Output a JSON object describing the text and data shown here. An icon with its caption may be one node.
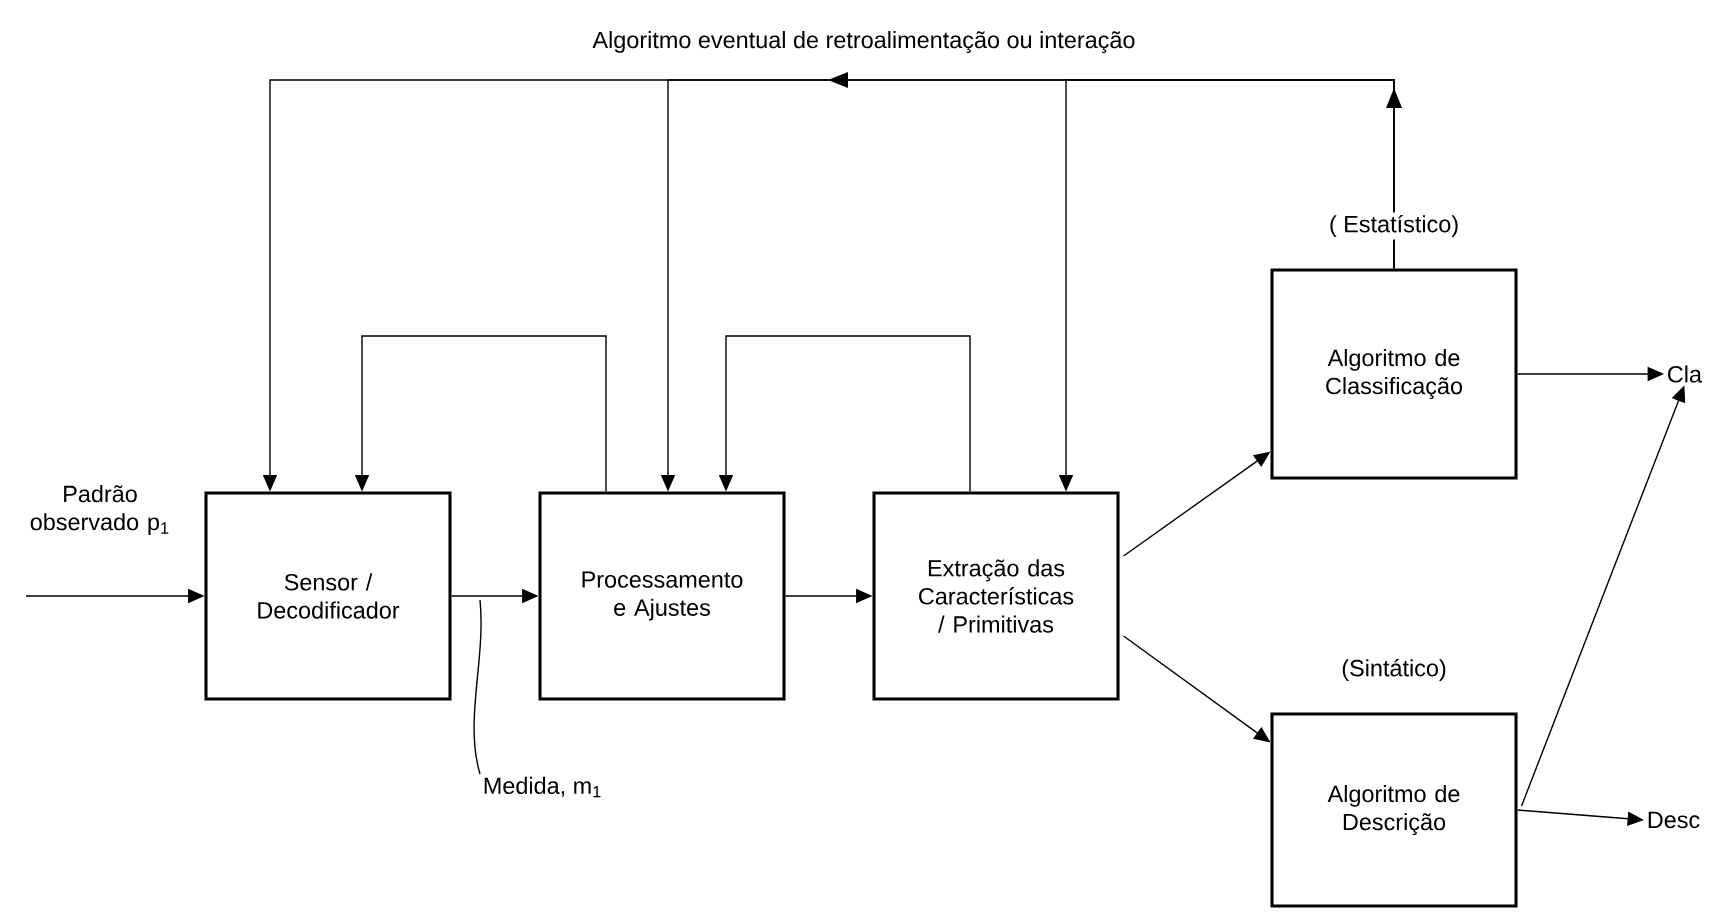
{
  "diagram": {
    "nodes": [
      {
        "text": [
          "Sensor / Decodificador"
        ]
      },
      {
        "text": [
          "Processamento e Ajustes"
        ]
      },
      {
        "text": [
          "Extração das Características / Primitivas"
        ]
      },
      {
        "text": [
          "Algoritmo de Classificação"
        ],
        "beside": [
          "( Estatístico)"
        ]
      },
      {
        "text": [
          "Algoritmo de Descrição"
        ],
        "beside": [
          "(Sintático)"
        ]
      },
      {
        "text": [
          "Cla"
        ]
      },
      {
        "text": [
          "Desc"
        ]
      },
      {
        "text": [
          "Medida, m$_{1}$"
        ]
      }
    ],
    "edges": [
      {
        "from": null,
        "to": 0,
        "arrow": "to",
        "label": "Padrão observado p$_{1}$"
      },
      {
        "from": 0,
        "to": 1,
        "arrow": "to"
      },
      {
        "from": 1,
        "to": 2,
        "arrow": "to"
      },
      {
        "from": 2,
        "to": 3,
        "arrow": "to"
      },
      {
        "from": 2,
        "to": 4,
        "arrow": "to"
      },
      {
        "from": 3,
        "to": 5,
        "arrow": "to"
      },
      {
        "from": 4,
        "to": 6,
        "arrow": "to"
      },
      {
        "from": 4,
        "to": 5,
        "arrow": "to"
      },
      {
        "from": 3,
        "to": 0,
        "arrow": "to",
        "label": "Algoritmo eventual de retroalimentação ou interação"
      },
      {
        "from": 3,
        "to": 1,
        "arrow": "to"
      },
      {
        "from": 3,
        "to": 2,
        "arrow": "to"
      },
      {
        "from": 1,
        "to": 0,
        "arrow": "to"
      },
      {
        "from": 2,
        "to": 1,
        "arrow": "to"
      },
      {
        "from": 7,
        "to": null,
        "arrow": "none"
      }
    ]
  }
}
